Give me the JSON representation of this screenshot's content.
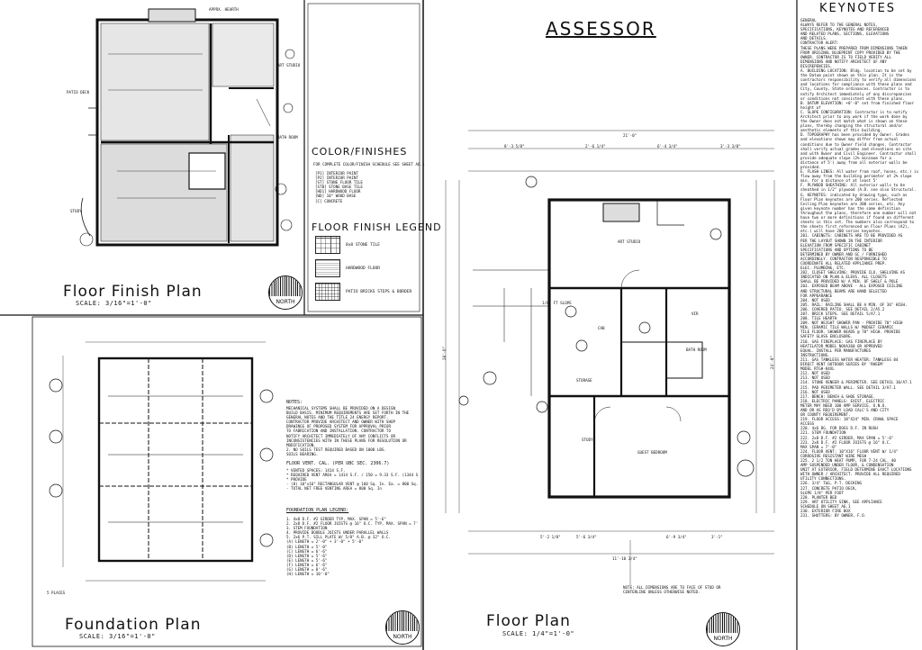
{
  "floor_finish": {
    "title": "Floor Finish Plan",
    "scale": "SCALE: 3/16\"=1'-0\"",
    "labels": [
      "APPRX. HEARTH",
      "PATIO DECK",
      "STUDY",
      "BATH ROOM",
      "ART STUDIO"
    ]
  },
  "color_finishes": {
    "heading": "COLOR/FINISHES",
    "note": "FOR COMPLETE COLOR/FINISH SCHEDULE SEE SHEET A6.1",
    "items": [
      "INTERIOR PAINT",
      "INTERIOR PAINT",
      "STONE FLOOR TILE",
      "STONE BASE TILE",
      "HARDWOOD FLOOR",
      "10\" WOOD BASE",
      "CONCRETE"
    ]
  },
  "floor_finish_legend": {
    "heading": "FLOOR FINISH LEGEND",
    "items": [
      "8x8 STONE TILE",
      "HARDWOOD FLOOR",
      "PATIO BRICKS STEPS & BORDER"
    ]
  },
  "foundation": {
    "title": "Foundation Plan",
    "scale": "SCALE: 3/16\"=1'-0\"",
    "notes_label": "NOTES:",
    "notes": [
      "MECHANICAL SYSTEMS SHALL BE PROVIDED ON A DESIGN",
      "BUILD BASIS. MINIMUM REQUIREMENTS ARE SET FORTH IN THE",
      "GENERAL NOTES AND THE TITLE 24 ENERGY REPORT.",
      "CONTRACTOR PROVIDE ARCHITECT AND OWNER WITH SHOP",
      "DRAWINGS OF PROPOSED SYSTEM FOR APPROVAL PRIOR",
      "TO FABRICATION AND INSTALLATION. CONTRACTOR TO",
      "NOTIFY ARCHITECT IMMEDIATELY OF ANY CONFLICTS OR",
      "INCONSISTENCIES WITH IN THESE PLANS FOR RESOLUTION OR",
      "MODIFICATION.",
      "2. NO SOILS TEST REQUIRED BASED ON 1000 LBS.",
      "SOILS BEARING."
    ],
    "vent_heading": "FLOOR VENT. CAL. (PER UBC SEC. 2306.7)",
    "vent_lines": [
      "* VENTED SPACES: 1414 S.F.",
      "* REQUIRED VENT AREA = 1414 S.F. / 150 = 9.33 S.F. (1344 Sq. In)",
      "* PROVIDE",
      "- (8) 10\"x16\" RECTANGULAR VENT @ 160 Sq. In. Ea. = 800 Sq. In",
      "- TOTAL NET FREE VENTING AREA = 800 Sq. In"
    ],
    "legend_heading": "FOUNDATION PLAN LEGEND:",
    "legend": [
      "1. 4x8 D.F. #2 GIRDER TYP, MAX. SPAN = 5'-6\"",
      "2. 2x8 D.F. #2 FLOOR JOISTS @ 16\" O.C. TYP, MAX. SPAN = 7'-0\"",
      "3. STEM FOUNDATION",
      "4. PROVIDE DOUBLE JOISTS UNDER PARALLEL WALLS",
      "5. 2x6 P.T. SILL PLATE W/ 5/8\" A.B. @ 32\" O.C.",
      "(A) LENGTH = 2'-0\" + 3'-0\" + 5'-0\"",
      "(B) LENGTH = 5'-0\"",
      "(C) LENGTH = 6'-6\"",
      "(D) LENGTH = 5'-6\"",
      "(E) LENGTH = 5'-6\"",
      "(F) LENGTH = 6'-6\"",
      "(G) LENGTH = 8'-6\"",
      "(H) LENGTH = 10'-0\""
    ],
    "places": "5 PLACES"
  },
  "assessor": {
    "title": "ASSESSOR"
  },
  "floor_plan": {
    "title": "Floor Plan",
    "scale": "SCALE: 1/4\"=1'-0\"",
    "note": "NOTE: ALL DIMENSIONS ARE TO FACE OF STUD OR CENTERLINE UNLESS OTHERWISE NOTED.",
    "rooms": [
      "ART STUDIO",
      "STORAGE",
      "CAB",
      "BATH ROOM",
      "STUDY",
      "GUEST BEDROOM",
      "VIR"
    ],
    "dims_top": [
      "21'-0\"",
      "8'-3 5/8\"",
      "2'-6 1/4\"",
      "6'-4 3/4\"",
      "3'-3 3/8\""
    ],
    "dims_bottom": [
      "5'-2 1/8\"",
      "5'-6 3/4\"",
      "11'-10 3/4\"",
      "6'-9 3/4\"",
      "3'-1\""
    ],
    "dims_side": [
      "28'-6\"",
      "24'-0\""
    ],
    "slope": "1/8\" FT SLOPE"
  },
  "keynotes": {
    "heading": "KEYNOTES",
    "lines": [
      "GENERAL",
      "ALWAYS REFER TO THE GENERAL NOTES,",
      "SPECIFICATIONS, KEYNOTES AND REFERENCED",
      "AND RELATED PLANS, SECTIONS, ELEVATIONS",
      "AND DETAILS.",
      "CONTRACTOR ALERT:",
      "THESE PLANS WERE PREPARED FROM DIMENSIONS TAKEN",
      "FROM ORIGINAL BLUEPRINT COPY PROVIDED BY THE",
      "OWNER. CONTRACTOR IS TO FIELD VERIFY ALL",
      "DIMENSIONS AND NOTIFY ARCHITECT OF ANY",
      "DISCREPENCIES.",
      "A. BUILDING LOCATION: Bldg. location to be set by",
      "the Datum point shown on this plan. It is the",
      "contractors responsibility to verify all dimensions",
      "and locations for compliance with these plans and",
      "City, County, State ordinances. Contractor is to",
      "notify Architect immediately of any discrepancies",
      "or conditions not consistent with these plans.",
      "B. DATUM ELEVATION: +0'-0\" set from finished floor",
      "height of",
      "C. SLOPE CONFIGURATION: Contractor is to notify",
      "Architect prior to any work if the work done by",
      "the Owner does not match what is shown on these",
      "plans, thereby changing the structural and/or",
      "aesthetic elements of this building.",
      "D. TOPOGRAPHY has been provided by Owner. Grades",
      "and elevations shown may differ from actual",
      "conditions due to Owner field changes. Contractor",
      "shall verify actual grades and elevations on site",
      "and with Owner and Civil Engineer. Contractor shall",
      "provide adequate slope (2% minimum for a",
      "distance of 5') away from all exterior walls be",
      "provided.",
      "E. FLASH LINES: All water from roof, hoses, etc.) is to",
      "flow away from the building perimeter at 2% slope",
      "min. for a distance of at least 5'",
      "F. PLYWOOD SHEATHING: All exterior walls to be",
      "sheathed in 1/2\" plywood (A.D. see also Structural.",
      "G. KEYNOTES: indicated by drawing type, such as",
      "Floor Plan keynotes are 200 series. Reflected",
      "Ceiling Plan keynotes are 300 series, etc. Any",
      "given keynote number has the same definition",
      "throughout the plans, therefore one number will not",
      "have two or more definitions if found on different",
      "sheets in this set. The numbers also correspond to",
      "the sheets first referenced on Floor Plans (A2),",
      "etc.) will have 200 series keynotes.",
      "201. CABINETS: CABINETS ARE TO BE PROVIDED AS",
      "PER THE LAYOUT SHOWN IN THE INTERIOR",
      "ELEVATION FROM SPECIFIC CABINET",
      "SPECIFICATIONS AND OPTIONS TO BE",
      "DETERMINED BY OWNER AND GC / FURNISHED",
      "ACCORDINGLY. CONTRACTOR RESPONSIBLE TO",
      "COORDINATE ALL RELATED APPLIANCE PREP.",
      "ELEC. PLUMBING, ETC.",
      "202. CLOSET SHELVING: PROVIDE CLO. SHELVING AS",
      "INDICATED ON PLAN & ELEVS. ALL CLOSETS",
      "SHALL BE PROVIDED W/ A MIN. OF SHELF & POLE",
      "203. EXPOSED BEAM ABOVE - ALL EXPOSED CEILING",
      "AND STRUCTURAL BEAMS ARE HAND SELECTED",
      "FOR APPEARANCE",
      "204. NOT USED",
      "205. RAIL: RAILING SHALL BE A MIN. OF 36\" HIGH.",
      "206. COVERED PATIO. SEE DETAIL 2/A5.2",
      "207. BRICK STEPS. SEE DETAIL 5/A7.1",
      "208. TILE HEARTH",
      "209. NOT HEIGHT SHOWER PAN - PROVIDE 70\" HIGH",
      "MIN. CERAMIC TILE WALLS W/ MUDSET CERAMIC",
      "TILE FLOOR. SHOWER HEADS @ 78\" HIGH. PROVIDE",
      "SAFETY GLASS ENCLOSURE.",
      "210. GAS FIREPLACE: GAS FIREPLACE BY",
      "HEATILATOR MODEL NOVA360 OR APPROVED",
      "EQUAL. INSTALL PER MANUFACTURES",
      "INSTRUCTIONS.",
      "211. GAS TANKLESS WATER HEATER: TANKLESS 84",
      "DIRECT VENT OUTDOOR SERIES BY 'RHEEM'",
      "MODEL RTGH-84XL",
      "212. NOT USED",
      "213. NOT USED",
      "214. STONE VENEER & PERIMETER. SEE DETAIL 10/A7.1",
      "215. PAD PERIMETER WALL. SEE DETAIL 3/A7.1",
      "216. NOT USED",
      "217. BENCH: BENCH & SHOE STORAGE.",
      "218. ELECTRIC PANELS: EXIST. ELECTRIC",
      "METER MAY NEED 100 AMP SERVICE. U.N.O.",
      "AND OR AS REQ'D BY LOAD CALC'S AND CITY",
      "OR COUNTY REQUIREMENT.",
      "219. FLOOR ACCESS: 18\"X24\" MIN. CRAWL SPACE",
      "ACCESS",
      "220. 4x6 DG. FOR DOGS D.F. IN RUSH",
      "221. STEM FOUNDATION",
      "222. 2x8 D.F. #2 GIRDER, MAX SPAN = 5'-6\"",
      "223. 2x8 D.F. #2 FLOOR JOISTS @ 16\" O.C.",
      "MAX SPAN = 7'-0\"",
      "224. FLOOR VENT: 10\"X16\" FLOOR VENT W/ 1/4\"",
      "CORROSIVE RESISTANT WIRE MESH",
      "225. 2 1/2 TON HEAT PUMP, FOR 7-24 CAL. 40",
      "AMP SUSPENDED UNDER FLOOR, & CONDENSATION",
      "UNIT AT EXTERIOR, FIELD DETERMINE EXACT LOCATIONS",
      "WITH OWNER / ARCHITECT. PROVIDE ALL REQUIRED",
      "UTILITY CONNECTIONS.",
      "226. 3/4\" T&G, P.T. DECKING",
      "227. CONCRETE PATIO DECK,",
      "SLOPE 1/8\" PER FOOT",
      "228. PLANTER BED",
      "229. ART UTILITY SINK, SEE APPLIANCE",
      "SCHEDULE ON SHEET A6.1",
      "230. EXTERIOR FIRE BOX",
      "231. SHUTTERS: BY OWNER, F.O."
    ]
  },
  "north_label": "NORTH"
}
